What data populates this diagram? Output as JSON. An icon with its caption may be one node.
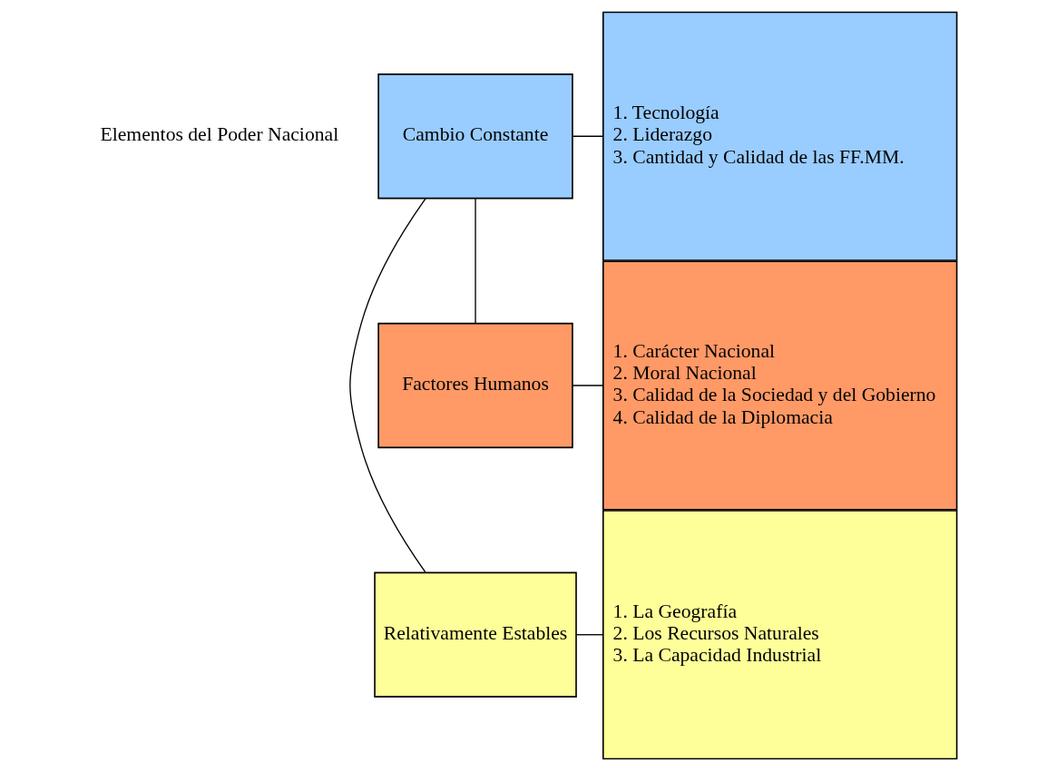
{
  "diagram": {
    "nodes": [
      {
        "text": [
          "Elementos del Poder Nacional"
        ]
      },
      {
        "text": [
          "Relativamente Estables"
        ]
      },
      {
        "text": [
          "1. La Geografía",
          "2. Los Recursos Naturales",
          "3. La Capacidad Industrial"
        ]
      },
      {
        "text": [
          "Cambio Constante"
        ]
      },
      {
        "text": [
          "1. Tecnología",
          "2. Liderazgo",
          "3. Cantidad y Calidad de las FF.MM."
        ]
      },
      {
        "text": [
          "Factores Humanos"
        ]
      },
      {
        "text": [
          "1. Carácter Nacional",
          "2. Moral Nacional",
          "3. Calidad de la Sociedad y del Gobierno",
          "4. Calidad de la Diplomacia"
        ]
      }
    ],
    "edges": [
      {
        "from": 1,
        "to": 3,
        "arrow": "none"
      },
      {
        "from": 3,
        "to": 5,
        "arrow": "none"
      },
      {
        "from": 1,
        "to": 2,
        "arrow": "none"
      },
      {
        "from": 3,
        "to": 4,
        "arrow": "none"
      },
      {
        "from": 5,
        "to": 6,
        "arrow": "none"
      }
    ]
  }
}
